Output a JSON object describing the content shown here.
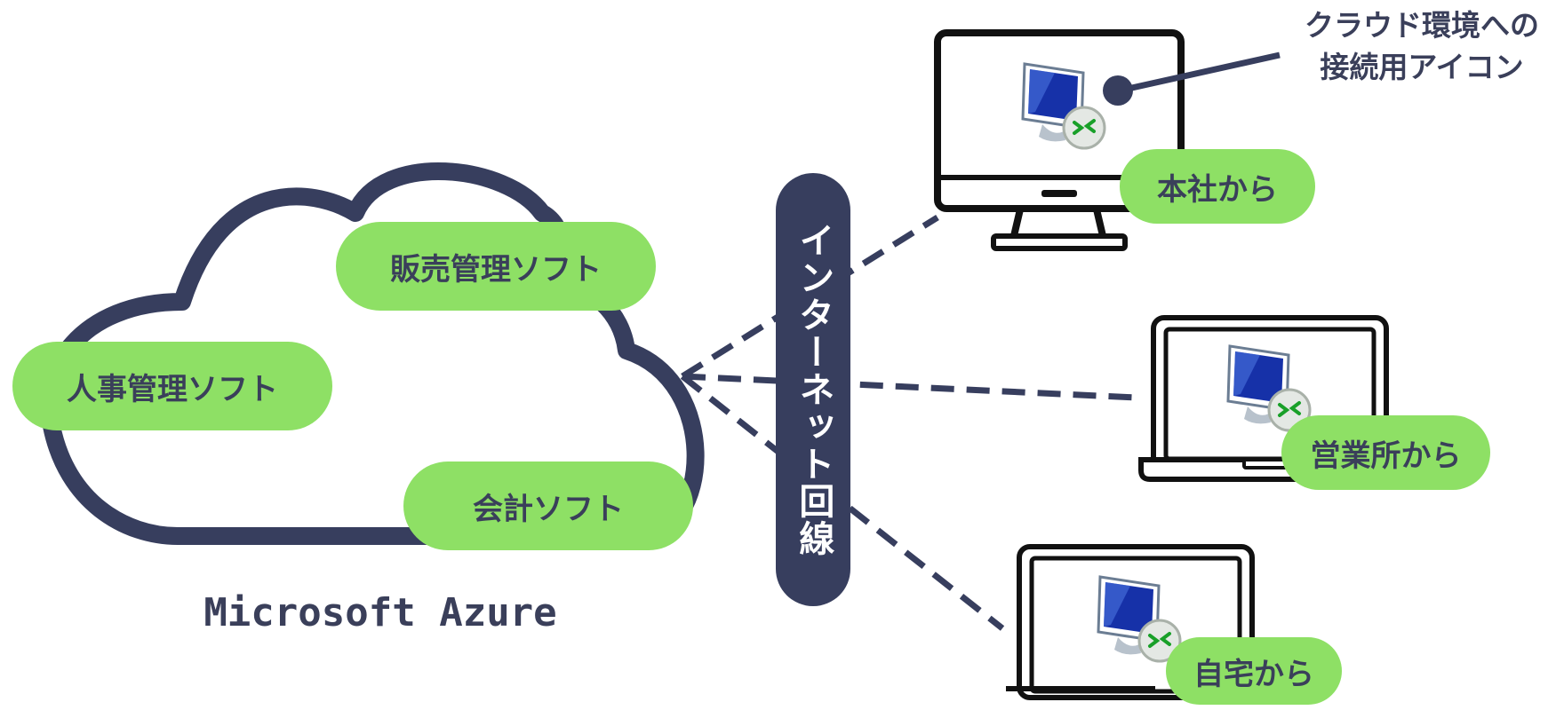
{
  "cloud": {
    "apps": [
      "販売管理ソフト",
      "人事管理ソフト",
      "会計ソフト"
    ],
    "platform_label": "Microsoft Azure"
  },
  "network": {
    "label": "インターネット回線"
  },
  "sites": [
    "本社から",
    "営業所から",
    "自宅から"
  ],
  "callout": {
    "line1": "クラウド環境への",
    "line2": "接続用アイコン"
  },
  "colors": {
    "navy": "#373e5e",
    "green": "#8ee065",
    "white": "#ffffff"
  },
  "icons": [
    "cloud-outline",
    "desktop-monitor-icon",
    "laptop-icon",
    "remote-desktop-icon"
  ]
}
